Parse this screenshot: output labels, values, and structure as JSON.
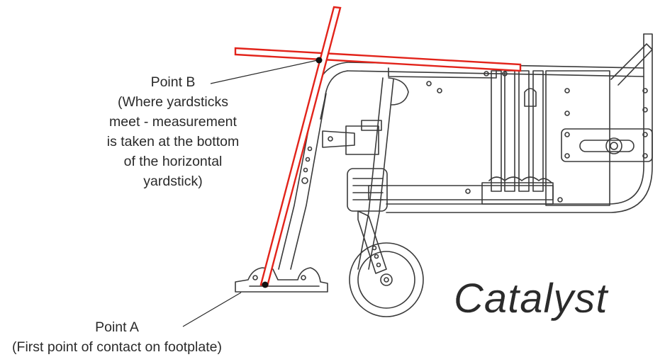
{
  "labels": {
    "point_b": {
      "title": "Point B",
      "lines": [
        "(Where yardsticks",
        "meet - measurement",
        "is taken at the bottom",
        "of the horizontal",
        "yardstick)"
      ]
    },
    "point_a": {
      "title": "Point A",
      "lines": [
        "(First point of contact on footplate)"
      ]
    }
  },
  "brand": "Catalyst",
  "colors": {
    "yardstick": "#e2231a",
    "frame_line": "#3a3a3a",
    "text": "#2a2a2a"
  }
}
